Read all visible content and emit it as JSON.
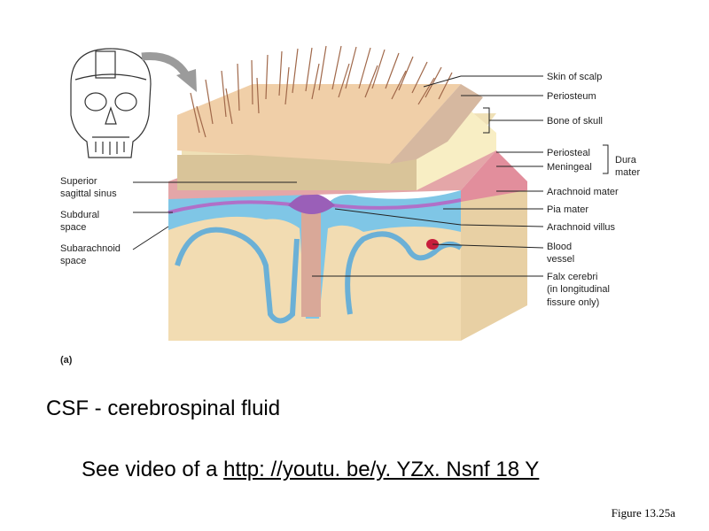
{
  "figure": {
    "panel_label": "(a)",
    "labels_right": {
      "skin_of_scalp": "Skin of scalp",
      "periosteum": "Periosteum",
      "bone_of_skull": "Bone of skull",
      "periosteal": "Periosteal",
      "meningeal": "Meningeal",
      "dura_mater_1": "Dura",
      "dura_mater_2": "mater",
      "arachnoid_mater": "Arachnoid mater",
      "pia_mater": "Pia mater",
      "arachnoid_villus": "Arachnoid villus",
      "blood_vessel_1": "Blood",
      "blood_vessel_2": "vessel",
      "falx_1": "Falx cerebri",
      "falx_2": "(in longitudinal",
      "falx_3": "fissure only)"
    },
    "labels_left": {
      "superior_1": "Superior",
      "superior_2": "sagittal sinus",
      "subdural_1": "Subdural",
      "subdural_2": "space",
      "subarachnoid_1": "Subarachnoid",
      "subarachnoid_2": "space"
    }
  },
  "caption": "CSF -  cerebrospinal fluid",
  "video": {
    "prefix": "See video of a ",
    "link_text": "http: //youtu. be/y. YZx. Nsnf 18 Y"
  },
  "figure_ref": "Figure 13.25a"
}
